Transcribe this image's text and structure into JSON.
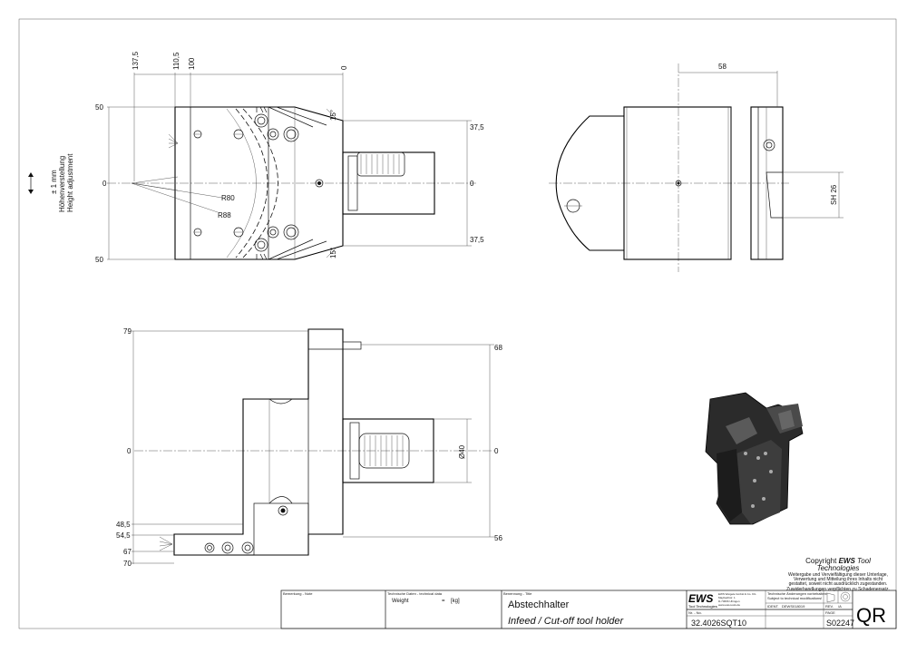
{
  "top_view": {
    "dims_top": [
      "137,5",
      "110,5",
      "100",
      "0"
    ],
    "dims_left": [
      "50",
      "0",
      "50"
    ],
    "dims_right": [
      "37,5",
      "0",
      "37,5"
    ],
    "angles": [
      "15°",
      "15°"
    ],
    "radii": [
      "R80",
      "R88"
    ],
    "side_note_line1": "± 1 mm",
    "side_note_line2": "Höhenverstellung",
    "side_note_line3": "Height adjustment"
  },
  "side_view": {
    "dim_top": "58",
    "dim_right": "SH 26"
  },
  "front_view": {
    "dims_left": [
      "79",
      "0",
      "48,5",
      "54,5",
      "67",
      "70"
    ],
    "dims_right": [
      "68",
      "0",
      "56"
    ],
    "diameter": "Ø40"
  },
  "copyright": {
    "line1_prefix": "Copyright ",
    "line1_brand": "EWS",
    "line1_suffix": " Tool Technologies",
    "lines": [
      "Weitergabe und Vervielfältigung dieser Unterlage,",
      "Verwertung und Mitteilung ihres Inhalts nicht",
      "gestattet, soweit nicht ausdrücklich zugestanden.",
      "Zuwiderhandlungen verpflichten zu Schadenersatz."
    ]
  },
  "title_block": {
    "note_label": "Bemerkung - Note",
    "techdata_label": "Technische Daten - technical data",
    "weight_label": "Weight",
    "weight_eq": "=",
    "weight_unit": "[kg]",
    "title_label": "Benennung - Title",
    "title_de": "Abstechhalter",
    "title_en": "Infeed / Cut-off tool holder",
    "logo": "EWS",
    "logo_sub": "Tool Technologies",
    "company_lines": [
      "EWS Weigele GmbH & Co. KG",
      "Maybachstr. 1",
      "D-73066 Uhingen",
      "www.ews-tools.de"
    ],
    "change_line1": "Technische Änderungen vorbehalten!",
    "change_line2": "Subject to technical modifications!",
    "ident_label": "IDENT.",
    "ident_value": "DEWS018019",
    "rev_label": "REV.",
    "rev_value": "/A",
    "nr_label": "Nr. - No.",
    "part_number": "32.4026SQT10",
    "page_label": "PAGE",
    "page_value": "S02247",
    "qr": "QR"
  }
}
